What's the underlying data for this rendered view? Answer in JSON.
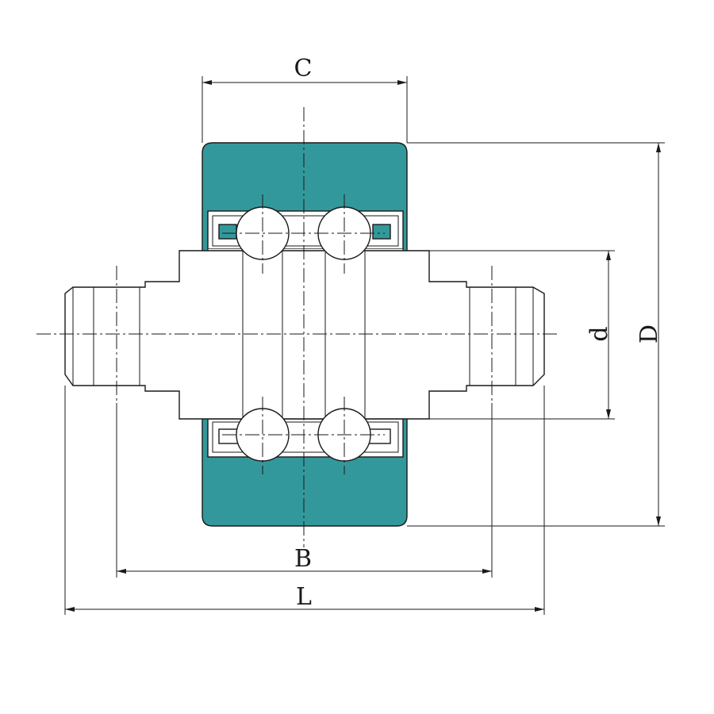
{
  "drawing": {
    "dimensions": {
      "C": "C",
      "D": "D",
      "d": "d",
      "B": "B",
      "L": "L"
    },
    "colors": {
      "tire": "#33989b",
      "line": "#1a1a1a",
      "background": "#ffffff"
    }
  }
}
